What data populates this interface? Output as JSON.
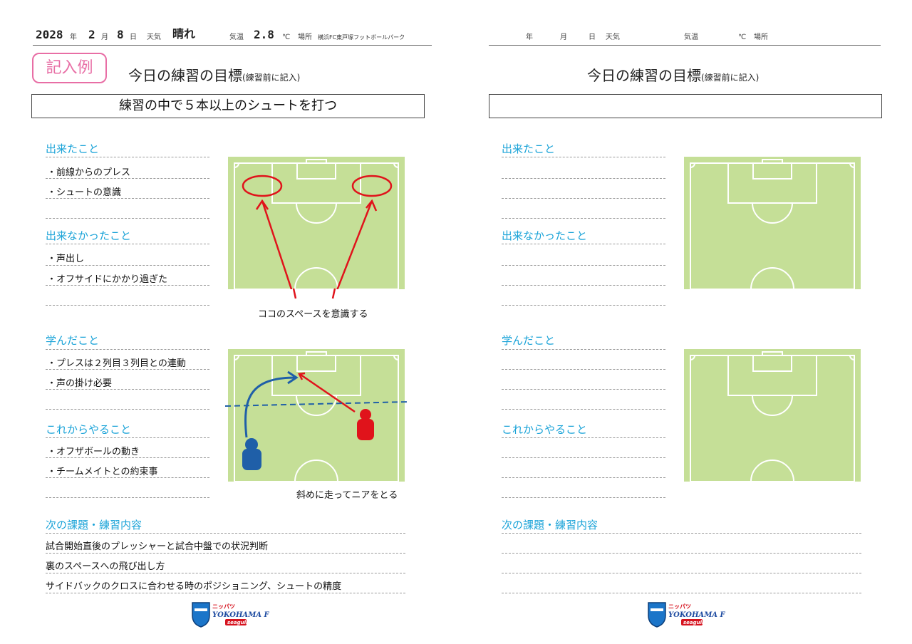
{
  "left": {
    "header": {
      "year": "2028",
      "year_label": "年",
      "month": "2",
      "month_label": "月",
      "day": "8",
      "day_label": "日",
      "weather_label": "天気",
      "weather": "晴れ",
      "temp_label": "気温",
      "temp": "2.8",
      "temp_unit": "℃",
      "place_label": "場所",
      "place": "横浜FC東戸塚フットボールパーク"
    },
    "badge": "記入例",
    "goal_title": "今日の練習の目標",
    "goal_title_note": "(練習前に記入)",
    "goal_text": "練習の中で５本以上のシュートを打つ",
    "sections": {
      "done": {
        "title": "出来たこと",
        "items": [
          "・前線からのプレス",
          "・シュートの意識"
        ]
      },
      "not_done": {
        "title": "出来なかったこと",
        "items": [
          "・声出し",
          "・オフサイドにかかり過ぎた"
        ]
      },
      "learned": {
        "title": "学んだこと",
        "items": [
          "・プレスは２列目３列目との連動",
          "・声の掛け必要"
        ]
      },
      "next_actions": {
        "title": "これからやること",
        "items": [
          "・オフザボールの動き",
          "・チームメイトとの約束事"
        ]
      },
      "next_tasks": {
        "title": "次の課題・練習内容",
        "items": [
          "試合開始直後のプレッシャーと試合中盤での状況判断",
          "裏のスペースへの飛び出し方",
          "サイドバックのクロスに合わせる時のポジショニング、シュートの精度"
        ]
      }
    },
    "pitch1_caption": "ココのスペースを意識する",
    "pitch2_caption": "斜めに走ってニアをとる"
  },
  "right": {
    "header": {
      "year_label": "年",
      "month_label": "月",
      "day_label": "日",
      "weather_label": "天気",
      "temp_label": "気温",
      "temp_unit": "℃",
      "place_label": "場所"
    },
    "goal_title": "今日の練習の目標",
    "goal_title_note": "(練習前に記入)",
    "sections": {
      "done": {
        "title": "出来たこと"
      },
      "not_done": {
        "title": "出来なかったこと"
      },
      "learned": {
        "title": "学んだこと"
      },
      "next_actions": {
        "title": "これからやること"
      },
      "next_tasks": {
        "title": "次の課題・練習内容"
      }
    }
  },
  "logo": {
    "top_text": "ニッパツ",
    "name": "YOKOHAMA FC",
    "sub": "seagulls"
  },
  "colors": {
    "accent_blue": "#1aa3d8",
    "badge_pink": "#e86ea5",
    "pitch_green": "#c5df97",
    "arrow_red": "#e0131b",
    "arrow_blue": "#1f5fa8"
  }
}
